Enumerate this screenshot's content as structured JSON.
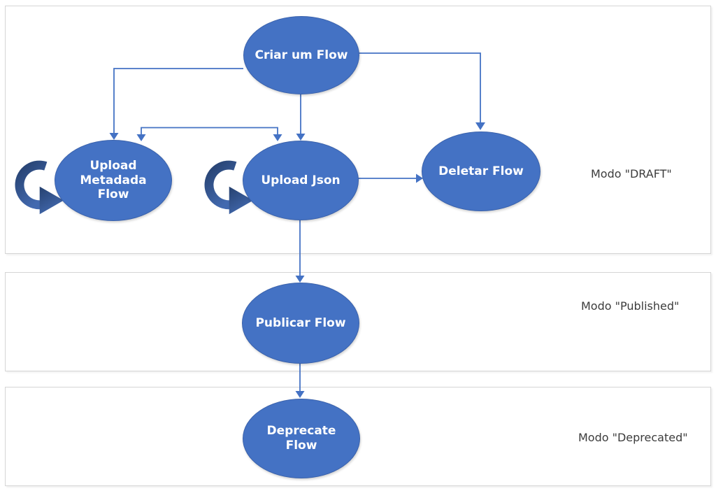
{
  "diagram": {
    "sections": [
      {
        "id": "draft",
        "mode_label": "Modo \"DRAFT\""
      },
      {
        "id": "published",
        "mode_label": "Modo \"Published\""
      },
      {
        "id": "deprecated",
        "mode_label": "Modo \"Deprecated\""
      }
    ],
    "nodes": [
      {
        "id": "criar-um-flow",
        "label": "Criar um Flow",
        "section": "draft",
        "has_loop_icon": false
      },
      {
        "id": "upload-metadada-flow",
        "label": "Upload Metadada Flow",
        "section": "draft",
        "has_loop_icon": true
      },
      {
        "id": "upload-json",
        "label": "Upload Json",
        "section": "draft",
        "has_loop_icon": true
      },
      {
        "id": "deletar-flow",
        "label": "Deletar Flow",
        "section": "draft",
        "has_loop_icon": false
      },
      {
        "id": "publicar-flow",
        "label": "Publicar Flow",
        "section": "published",
        "has_loop_icon": false
      },
      {
        "id": "deprecate-flow",
        "label": "Deprecate Flow",
        "section": "deprecated",
        "has_loop_icon": false
      }
    ],
    "edges": [
      {
        "from": "criar-um-flow",
        "to": "upload-metadada-flow",
        "arrows": "end"
      },
      {
        "from": "criar-um-flow",
        "to": "upload-json",
        "arrows": "end"
      },
      {
        "from": "criar-um-flow",
        "to": "deletar-flow",
        "arrows": "end"
      },
      {
        "from": "upload-metadada-flow",
        "to": "upload-json",
        "arrows": "both"
      },
      {
        "from": "upload-json",
        "to": "deletar-flow",
        "arrows": "end"
      },
      {
        "from": "upload-json",
        "to": "publicar-flow",
        "arrows": "end"
      },
      {
        "from": "publicar-flow",
        "to": "deprecate-flow",
        "arrows": "end"
      }
    ],
    "icons": {
      "loop-arrow-icon": "thick circular arrow (repeat/iterate), opening to the right"
    },
    "colors": {
      "node_fill": "#4472C4",
      "node_border": "#3A62AC",
      "node_text": "#FFFFFF",
      "connector": "#4472C4",
      "loop_arrow_dark": "#26416F",
      "loop_arrow_light": "#4269AF",
      "section_border": "#D5D5D5",
      "label_text": "#3C3C3C",
      "background": "#FFFFFF"
    }
  }
}
